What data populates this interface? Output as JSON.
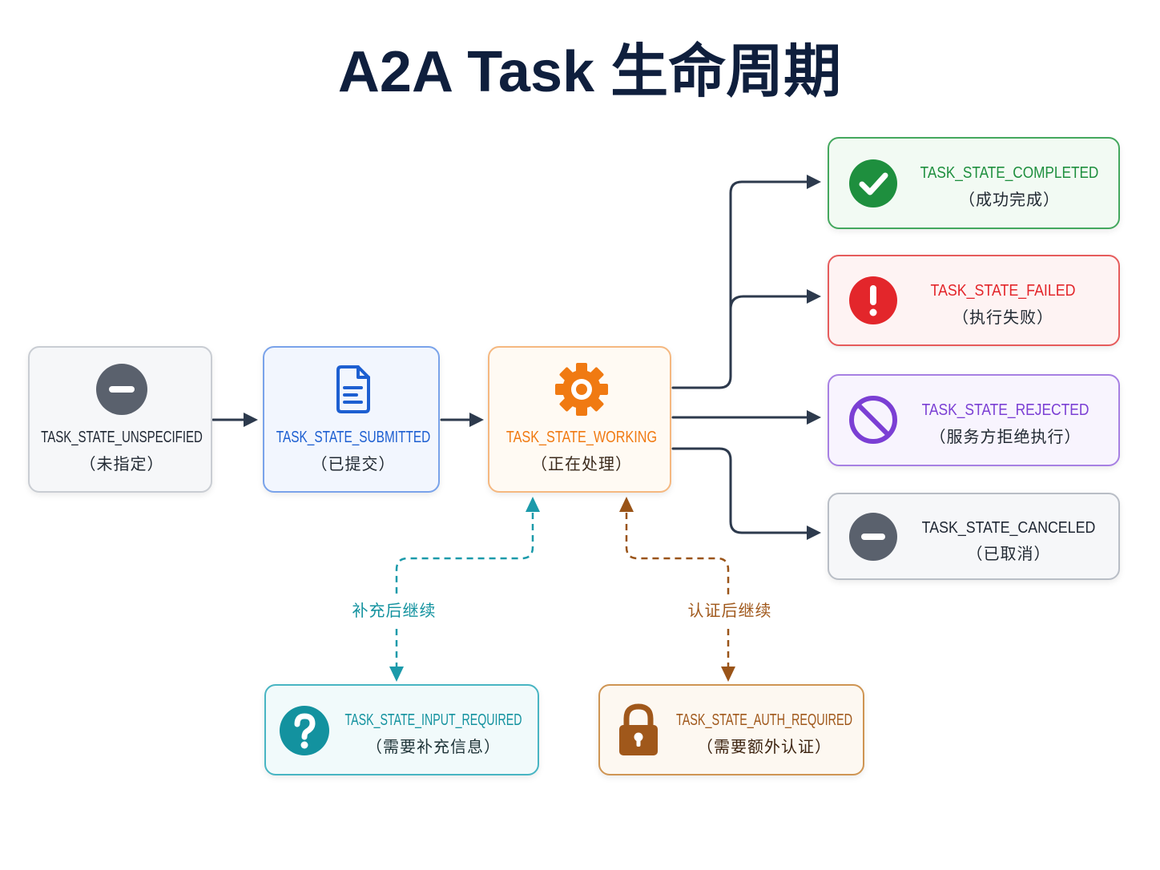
{
  "title": "A2A Task 生命周期",
  "colors": {
    "title": "#0f1f3d",
    "connector": "#2d3a4d",
    "neutral": "#5a616d",
    "submitted": "#1d5fd1",
    "working": "#f07a12",
    "completed": "#1e8f3e",
    "failed": "#e3262b",
    "rejected": "#7b3fd4",
    "input_required": "#13929f",
    "auth_required": "#a0581b"
  },
  "nodes": {
    "unspecified": {
      "state": "TASK_STATE_UNSPECIFIED",
      "desc": "（未指定）",
      "icon": "minus-circle-icon"
    },
    "submitted": {
      "state": "TASK_STATE_SUBMITTED",
      "desc": "（已提交）",
      "icon": "document-icon"
    },
    "working": {
      "state": "TASK_STATE_WORKING",
      "desc": "（正在处理）",
      "icon": "gear-icon"
    },
    "completed": {
      "state": "TASK_STATE_COMPLETED",
      "desc": "（成功完成）",
      "icon": "check-circle-icon"
    },
    "failed": {
      "state": "TASK_STATE_FAILED",
      "desc": "（执行失败）",
      "icon": "exclamation-circle-icon"
    },
    "rejected": {
      "state": "TASK_STATE_REJECTED",
      "desc": "（服务方拒绝执行）",
      "icon": "prohibited-icon"
    },
    "canceled": {
      "state": "TASK_STATE_CANCELED",
      "desc": "（已取消）",
      "icon": "minus-circle-icon"
    },
    "input_required": {
      "state": "TASK_STATE_INPUT_REQUIRED",
      "desc": "（需要补充信息）",
      "icon": "question-circle-icon"
    },
    "auth_required": {
      "state": "TASK_STATE_AUTH_REQUIRED",
      "desc": "（需要额外认证）",
      "icon": "lock-icon"
    }
  },
  "edge_labels": {
    "input_resume": "补充后继续",
    "auth_resume": "认证后继续"
  }
}
